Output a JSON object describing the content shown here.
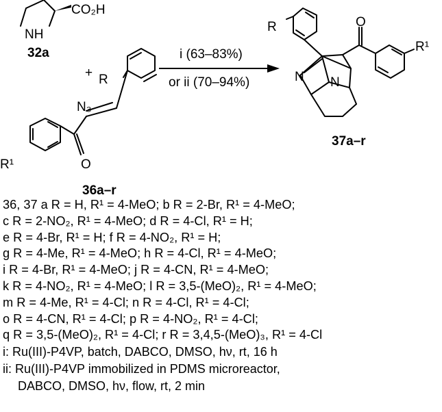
{
  "compounds": {
    "proline_label": "32a",
    "proline_acid": "CO₂H",
    "proline_nh": "NH",
    "plus": "+",
    "azide_label": "36a–r",
    "azide_n3": "N₃",
    "oxygen": "O",
    "r_sub": "R",
    "r1_sub": "R¹",
    "product_label": "37a–r",
    "n_atom": "N"
  },
  "arrow": {
    "above": "i (63–83%)",
    "below": "or ii (70–94%)"
  },
  "substituent_lines": [
    "36, 37 a R = H, R¹ = 4-MeO; b R = 2-Br, R¹ = 4-MeO;",
    "c R = 2-NO₂, R¹ = 4-MeO; d R = 4-Cl, R¹ = H;",
    "e R = 4-Br, R¹ = H; f R = 4-NO₂, R¹ = H;",
    "g R = 4-Me, R¹ = 4-MeO; h R = 4-Cl, R¹ = 4-MeO;",
    "i R = 4-Br, R¹ = 4-MeO; j R = 4-CN, R¹ = 4-MeO;",
    "k R = 4-NO₂, R¹ = 4-MeO; l R = 3,5-(MeO)₂, R¹ = 4-MeO;",
    "m R = 4-Me, R¹ = 4-Cl; n R = 4-Cl, R¹ = 4-Cl;",
    "o R = 4-CN, R¹ = 4-Cl; p R = 4-NO₂, R¹ = 4-Cl;",
    "q R = 3,5-(MeO)₂, R¹ = 4-Cl; r R = 3,4,5-(MeO)₃, R¹ = 4-Cl"
  ],
  "conditions": {
    "i": "i: Ru(III)-P4VP, batch, DABCO, DMSO, hν, rt, 16 h",
    "ii_line1": "ii: Ru(III)-P4VP immobilized in PDMS microreactor,",
    "ii_line2": "DABCO, DMSO, hν, flow, rt, 2 min"
  }
}
